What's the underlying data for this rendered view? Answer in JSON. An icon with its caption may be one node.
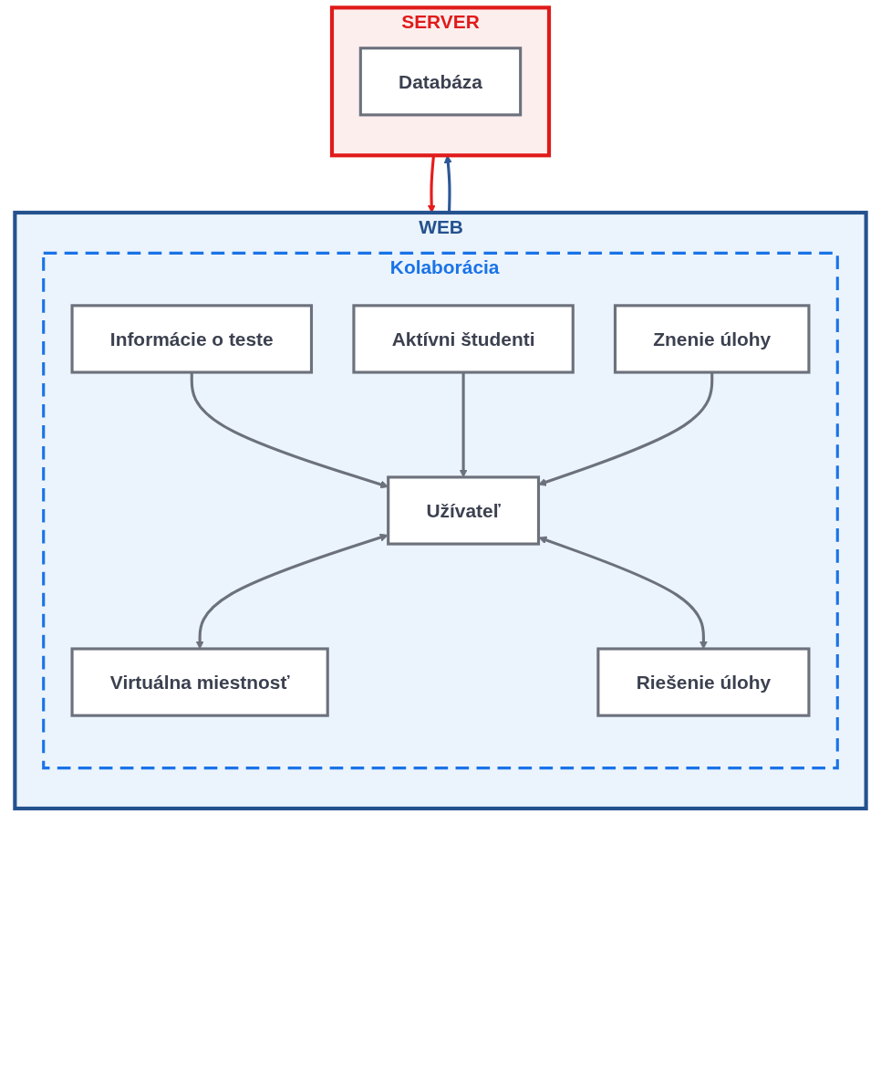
{
  "diagram": {
    "nodes": [
      {
        "text": [
          "WEB"
        ]
      },
      {
        "text": [
          "Kolaborácia"
        ],
        "in": 0
      },
      {
        "text": [
          "Užívateľ"
        ],
        "in": 1
      },
      {
        "text": [
          "Informácie o teste"
        ],
        "in": 1
      },
      {
        "text": [
          "Aktívni študenti"
        ],
        "in": 1
      },
      {
        "text": [
          "Znenie úlohy"
        ],
        "in": 1
      },
      {
        "text": [
          "Virtuálna miestnosť"
        ],
        "in": 1
      },
      {
        "text": [
          "Riešenie úlohy"
        ],
        "in": 1
      },
      {
        "text": [
          "SERVER"
        ]
      },
      {
        "text": [
          "Databáza"
        ],
        "in": 8
      }
    ],
    "edges": [
      {
        "from": 3,
        "to": 2,
        "arrow": "to"
      },
      {
        "from": 4,
        "to": 2,
        "arrow": "to"
      },
      {
        "from": 5,
        "to": 2,
        "arrow": "to"
      },
      {
        "from": 2,
        "to": 6,
        "arrow": "both"
      },
      {
        "from": 2,
        "to": 7,
        "arrow": "both"
      },
      {
        "from": 0,
        "to": 8,
        "arrow": "to",
        "color": "#2b5797"
      },
      {
        "from": 8,
        "to": 0,
        "arrow": "to",
        "color": "#e81c1c"
      }
    ]
  }
}
